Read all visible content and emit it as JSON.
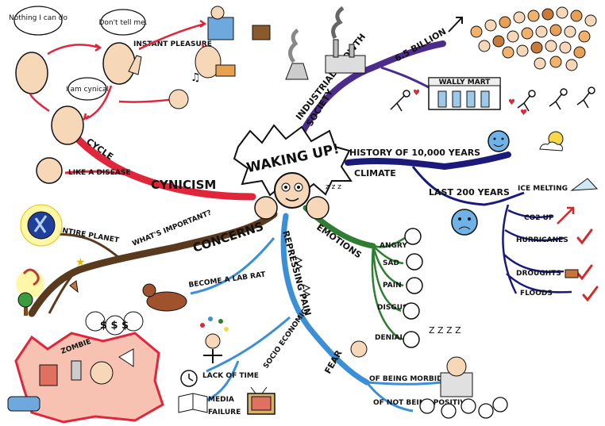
{
  "center": {
    "title": "WAKING UP!"
  },
  "branches": {
    "society": {
      "label": "SOCIETY",
      "sublabel": "INDUSTRIAL GROWTH",
      "population": "6.5 BILLION",
      "store": "WALLY MART"
    },
    "climate": {
      "label": "CLIMATE",
      "history": "HISTORY OF 10,000 YEARS",
      "last200": "LAST 200 YEARS",
      "items": [
        "ICE MELTING",
        "CO2 UP",
        "HURRICANES",
        "DROUGHTS",
        "FLOODS"
      ]
    },
    "emotions": {
      "label": "EMOTIONS",
      "items": [
        "ANGRY",
        "SAD",
        "PAIN",
        "DISGUST",
        "DENIAL"
      ],
      "snore": "Z Z Z Z"
    },
    "repressing": {
      "label": "REPRESSING PAIN",
      "fear": "FEAR",
      "fear_items": [
        "OF BEING MORBID",
        "OF NOT BEING POSITIVE"
      ]
    },
    "concerns": {
      "label": "CONCERNS",
      "question": "WHAT'S IMPORTANT?",
      "entire": "ENTIRE PLANET",
      "lab_rat": "BECOME A LAB RAT",
      "socio": "SOCIO ECONOMIC",
      "lack": "LACK OF TIME",
      "media": "MEDIA",
      "failure": "FAILURE",
      "zombie": "ZOMBIE",
      "money": "$ $ $"
    },
    "cynicism": {
      "label": "CYNICISM",
      "cycle": "CYCLE",
      "disease": "LIKE A DISEASE",
      "instant": "INSTANT PLEASURE",
      "bubbles": [
        "Nothing I can do",
        "Don't tell me.",
        "I am cynical"
      ]
    }
  },
  "colors": {
    "society": "#4b2c8c",
    "climate": "#1a1a7a",
    "emotions": "#2e7d32",
    "repressing": "#3b8fd6",
    "concerns": "#5a3a1e",
    "cynicism": "#e0263b",
    "check": "#d62828"
  },
  "icons": [
    "factory-icon",
    "earth-icon",
    "sun-icon",
    "tv-icon",
    "clock-icon",
    "book-icon",
    "dollar-icon",
    "checkmark-icon"
  ]
}
